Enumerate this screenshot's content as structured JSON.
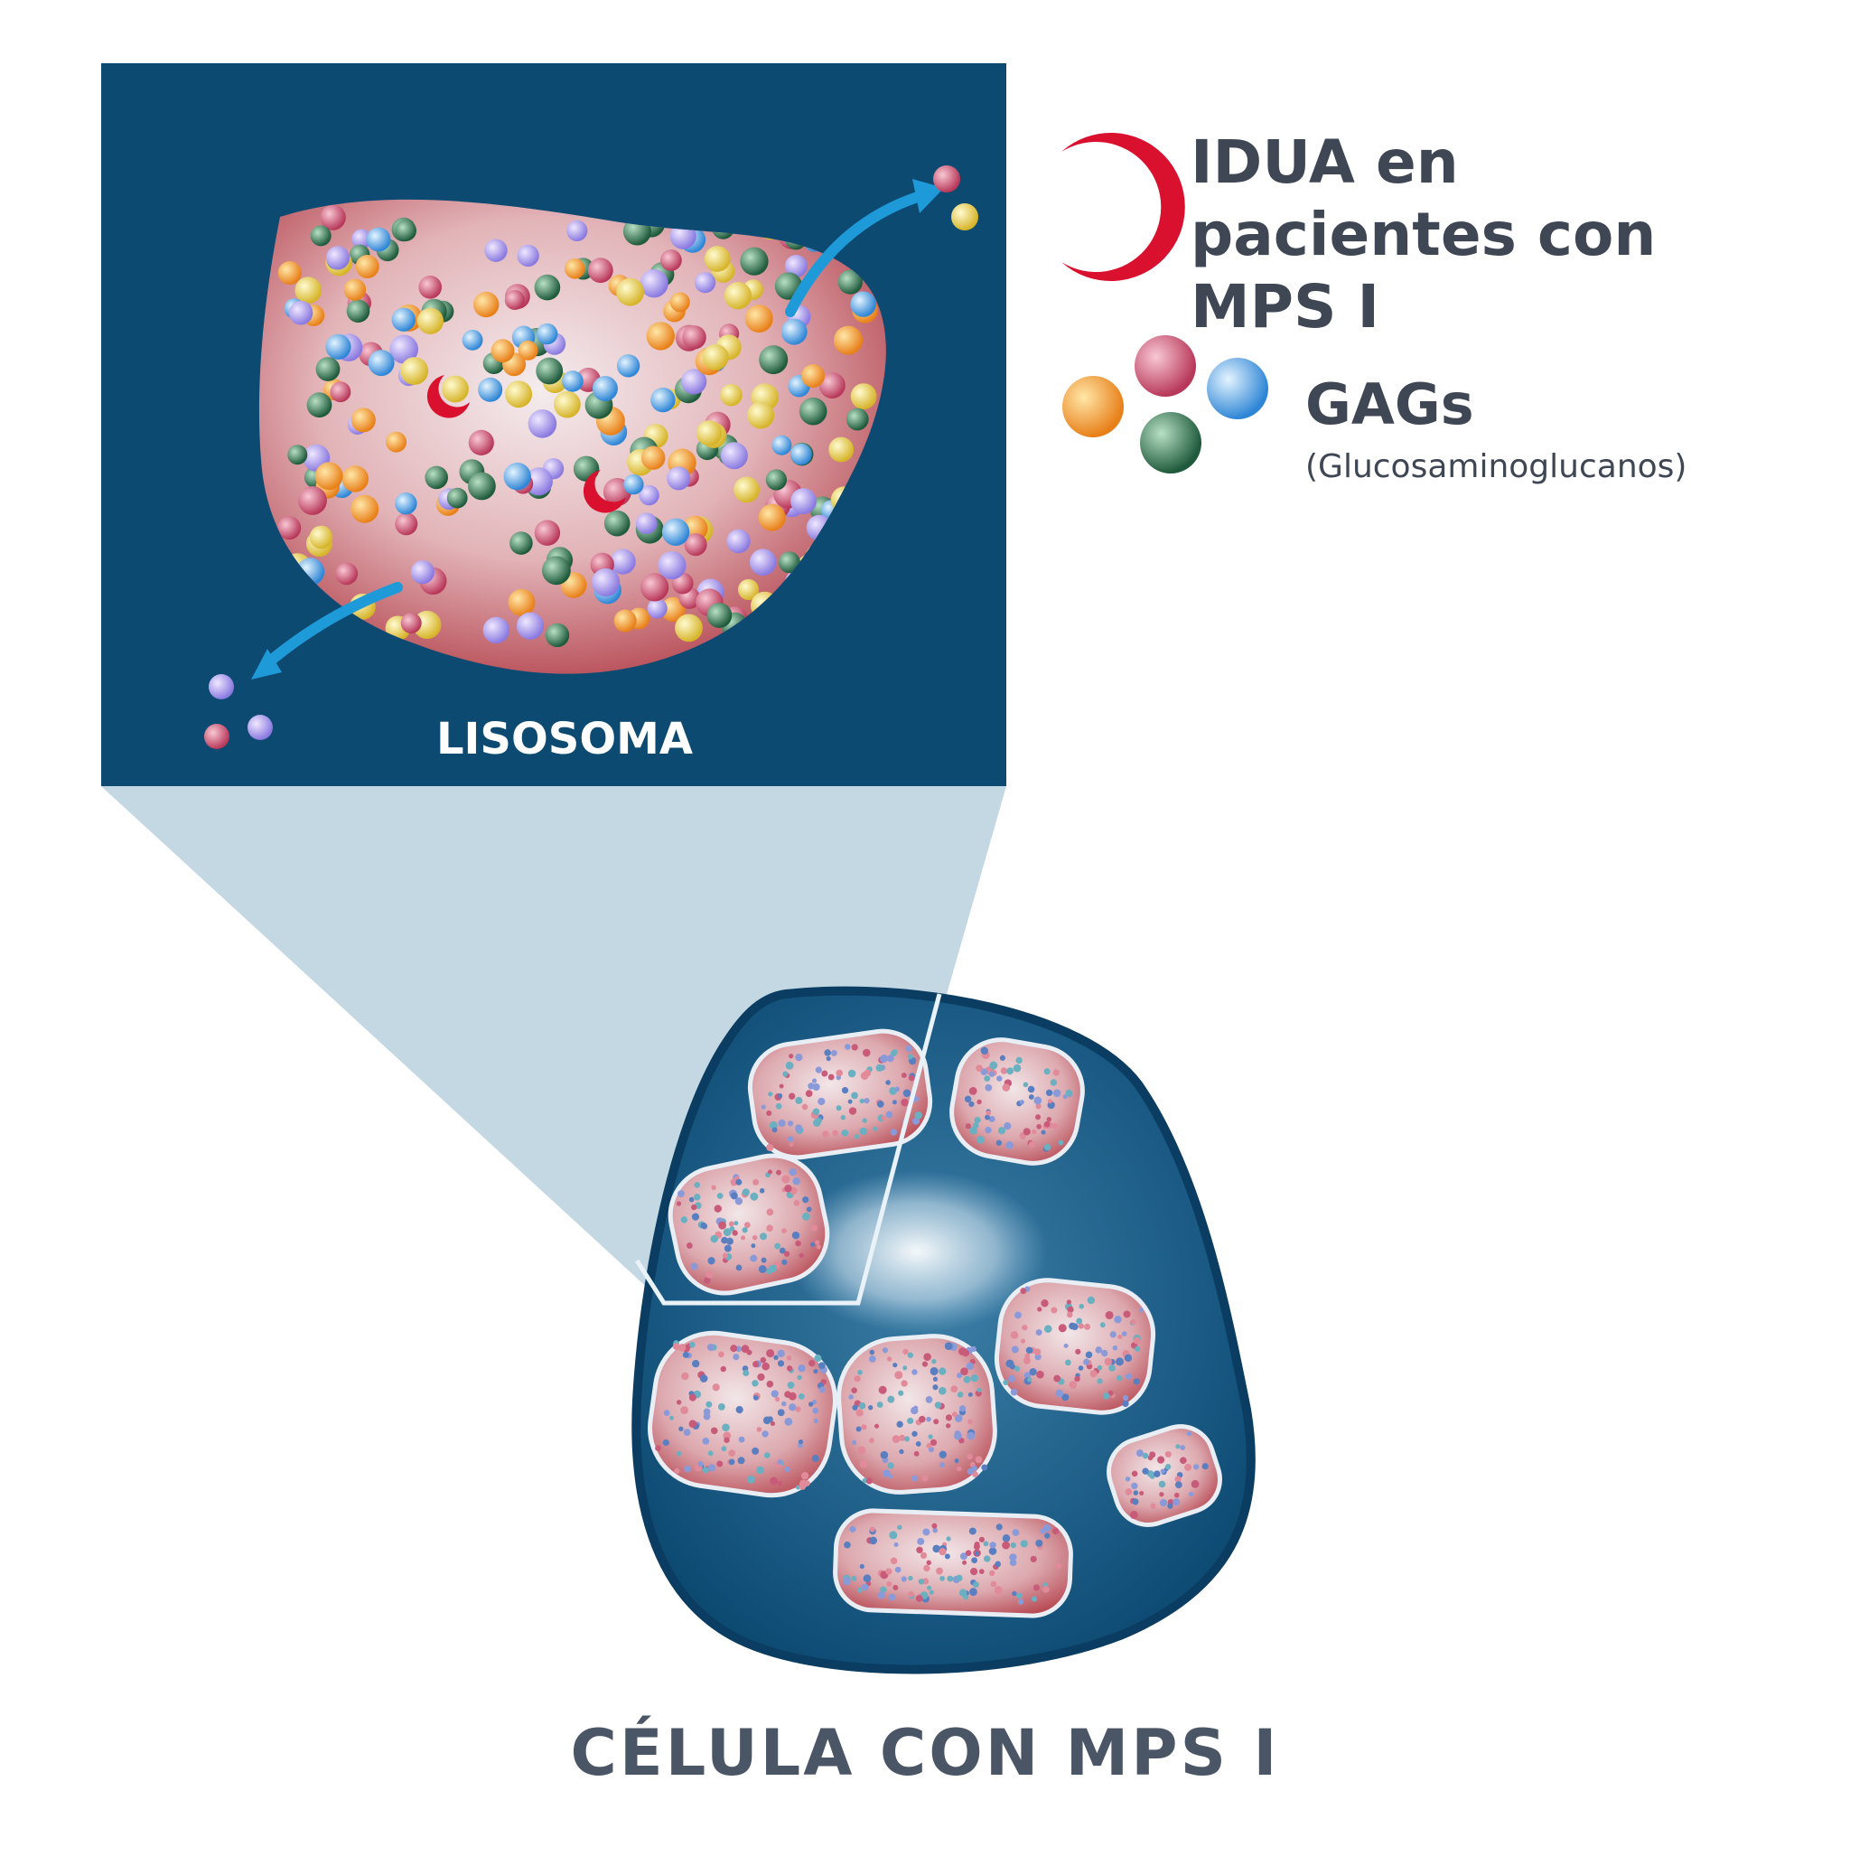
{
  "legend": {
    "idua": {
      "label": "IDUA en pacientes con MPS I",
      "color": "#d9102e",
      "icon": "idua-enzyme-icon"
    },
    "gags": {
      "label": "GAGs",
      "sublabel": "(Glucosaminoglucanos)",
      "colors": [
        "#f0a020",
        "#c84a6a",
        "#4a9ae0",
        "#2e6e4e"
      ],
      "icon": "gag-molecules-icon"
    }
  },
  "inset": {
    "label": "LISOSOMA",
    "background": "#0d4a72"
  },
  "cell": {
    "label": "CÉLULA CON MPS I",
    "background": "#0d4a72"
  },
  "colors": {
    "text": "#3f4654",
    "lysosome": "#d98a8a",
    "zoom_wedge": "#c4d8e4"
  }
}
